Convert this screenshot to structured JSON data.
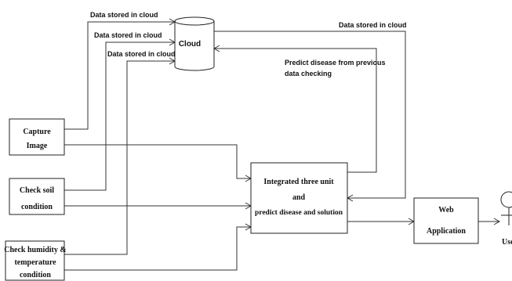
{
  "boxes": {
    "capture_image": {
      "line1": "Capture",
      "line2": "Image"
    },
    "soil": {
      "line1": "Check soil",
      "line2": "condition"
    },
    "humidity": {
      "line1": "Check humidity &",
      "line2": "temperature",
      "line3": "condition"
    },
    "integrated": {
      "line1": "Integrated three unit",
      "line2": "and",
      "line3": "predict disease and solution"
    },
    "web_app": {
      "line1": "Web",
      "line2": "Application"
    }
  },
  "cloud": {
    "label": "Cloud"
  },
  "user": {
    "label": "User"
  },
  "edge_labels": {
    "stored_1": "Data stored in cloud",
    "stored_2": "Data stored in cloud",
    "stored_3": "Data stored in cloud",
    "stored_4": "Data stored in cloud",
    "predict_line1": "Predict disease from previous",
    "predict_line2": "data checking"
  }
}
